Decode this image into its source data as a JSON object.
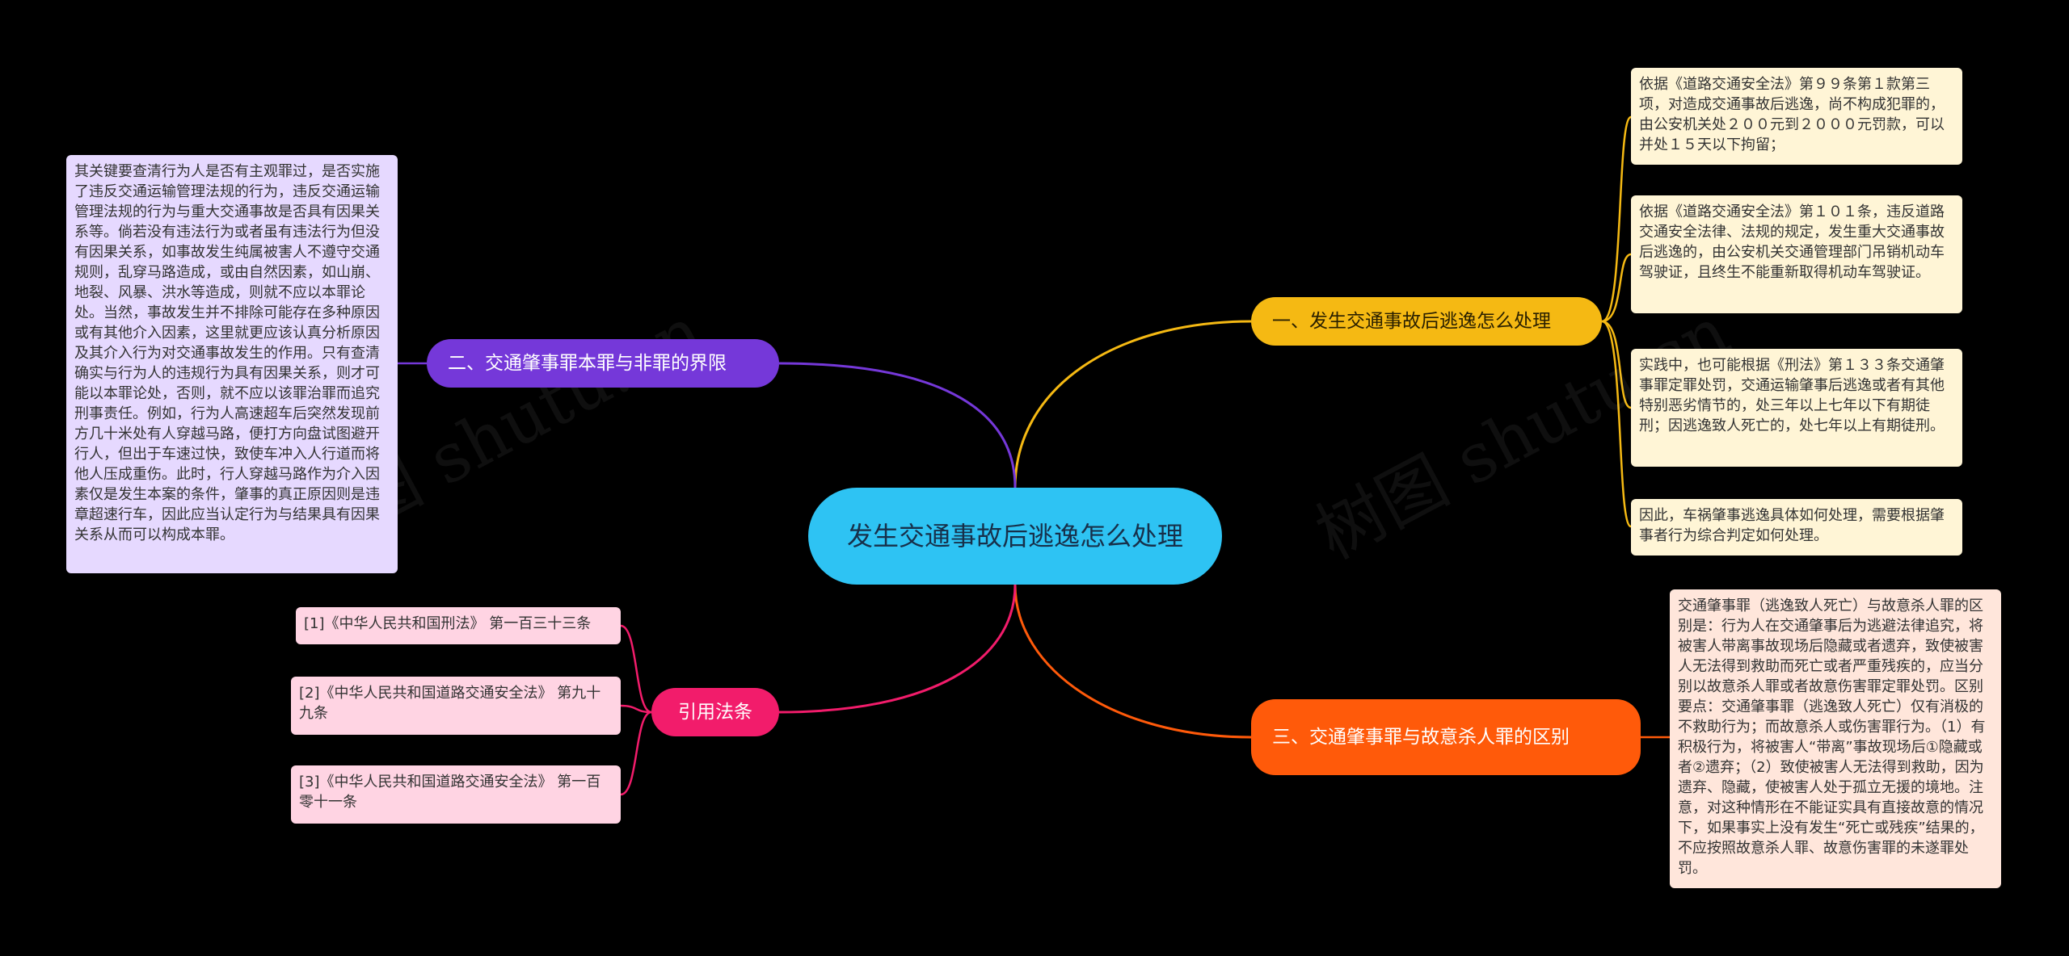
{
  "root": {
    "title": "发生交通事故后逃逸怎么处理"
  },
  "branches": {
    "b1": {
      "label": "一、发生交通事故后逃逸怎么处理"
    },
    "b2": {
      "label": "二、交通肇事罪本罪与非罪的界限"
    },
    "b3": {
      "label": "三、交通肇事罪与故意杀人罪的区别"
    },
    "b4": {
      "label": "引用法条"
    }
  },
  "leaves": {
    "b1": [
      "依据《道路交通安全法》第９９条第１款第三项，对造成交通事故后逃逸，尚不构成犯罪的，由公安机关处２００元到２０００元罚款，可以并处１５天以下拘留；",
      "依据《道路交通安全法》第１０１条，违反道路交通安全法律、法规的规定，发生重大交通事故后逃逸的，由公安机关交通管理部门吊销机动车驾驶证，且终生不能重新取得机动车驾驶证。",
      "实践中，也可能根据《刑法》第１３３条交通肇事罪定罪处罚，交通运输肇事后逃逸或者有其他特别恶劣情节的，处三年以上七年以下有期徒刑；因逃逸致人死亡的，处七年以上有期徒刑。",
      "因此，车祸肇事逃逸具体如何处理，需要根据肇事者行为综合判定如何处理。"
    ],
    "b2": [
      "其关键要查清行为人是否有主观罪过，是否实施了违反交通运输管理法规的行为，违反交通运输管理法规的行为与重大交通事故是否具有因果关系等。倘若没有违法行为或者虽有违法行为但没有因果关系，如事故发生纯属被害人不遵守交通规则，乱穿马路造成，或由自然因素，如山崩、地裂、风暴、洪水等造成，则就不应以本罪论处。当然，事故发生并不排除可能存在多种原因或有其他介入因素，这里就更应该认真分析原因及其介入行为对交通事故发生的作用。只有查清确实与行为人的违规行为具有因果关系，则才可能以本罪论处，否则，就不应以该罪治罪而追究刑事责任。例如，行为人高速超车后突然发现前方几十米处有人穿越马路，便打方向盘试图避开行人，但出于车速过快，致使车冲入人行道而将他人压成重伤。此时，行人穿越马路作为介入因素仅是发生本案的条件，肇事的真正原因则是违章超速行车，因此应当认定行为与结果具有因果关系从而可以构成本罪。"
    ],
    "b3": [
      "交通肇事罪（逃逸致人死亡）与故意杀人罪的区别是：行为人在交通肇事后为逃避法律追究，将被害人带离事故现场后隐藏或者遗弃，致使被害人无法得到救助而死亡或者严重残疾的，应当分别以故意杀人罪或者故意伤害罪定罪处罚。区别要点：交通肇事罪（逃逸致人死亡）仅有消极的不救助行为；而故意杀人或伤害罪行为。（1）有积极行为，将被害人“带离”事故现场后①隐藏或者②遗弃；（2）致使被害人无法得到救助，因为遗弃、隐藏，使被害人处于孤立无援的境地。注意，对这种情形在不能证实具有直接故意的情况下，如果事实上没有发生“死亡或残疾”结果的，不应按照故意杀人罪、故意伤害罪的未遂罪处罚。"
    ],
    "b4": [
      "[1]《中华人民共和国刑法》 第一百三十三条",
      "[2]《中华人民共和国道路交通安全法》 第九十九条",
      "[3]《中华人民共和国道路交通安全法》 第一百零十一条"
    ]
  },
  "watermark": {
    "text": "树图 shutu.cn"
  },
  "colors": {
    "background": "#000000",
    "root": "#2EC3F3",
    "b1": "#F5B913",
    "b2": "#7538D9",
    "b3": "#FF5A0A",
    "b4": "#F21C6B"
  }
}
